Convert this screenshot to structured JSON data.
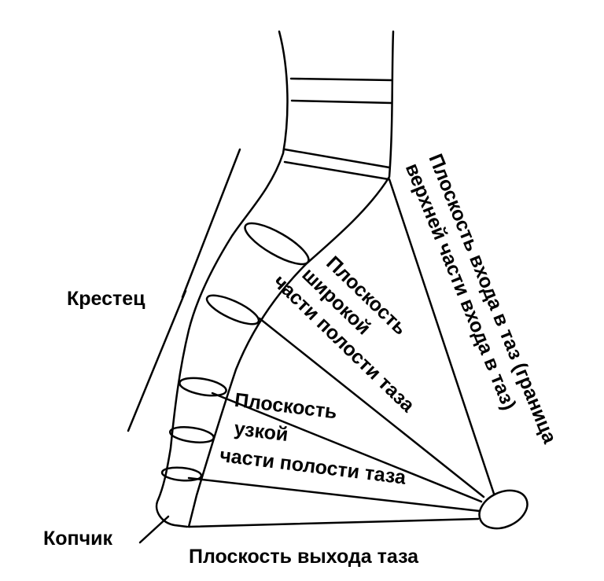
{
  "labels": {
    "sacrum": "Крестец",
    "coccyx": "Копчик",
    "outlet_plane": "Плоскость выхода таза",
    "narrow_plane": [
      "Плоскость",
      "узкой",
      "части полости таза"
    ],
    "wide_plane": [
      "Плоскость",
      "широкой",
      "части полости таза"
    ],
    "inlet_plane": [
      "Плоскость входа в таз (граница",
      "верхней части входа в таз)"
    ]
  }
}
